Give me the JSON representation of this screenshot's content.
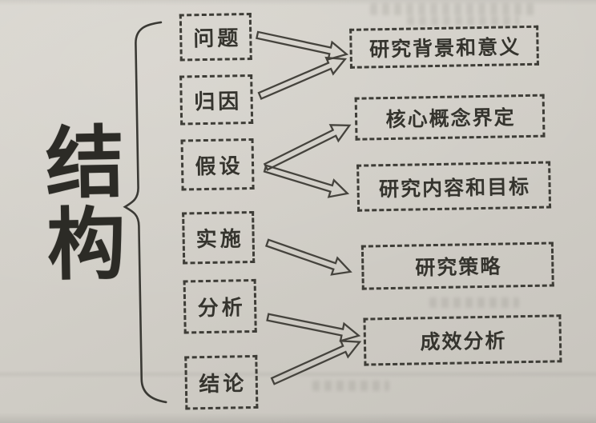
{
  "diagram": {
    "root_label": "结构",
    "left_nodes": [
      {
        "label": "问题"
      },
      {
        "label": "归因"
      },
      {
        "label": "假设"
      },
      {
        "label": "实施"
      },
      {
        "label": "分析"
      },
      {
        "label": "结论"
      }
    ],
    "right_nodes": [
      {
        "label": "研究背景和意义"
      },
      {
        "label": "核心概念界定"
      },
      {
        "label": "研究内容和目标"
      },
      {
        "label": "研究策略"
      },
      {
        "label": "成效分析"
      }
    ],
    "connections": [
      {
        "from": "问题",
        "to": "研究背景和意义"
      },
      {
        "from": "归因",
        "to": "研究背景和意义"
      },
      {
        "from": "假设",
        "to": "核心概念界定"
      },
      {
        "from": "假设",
        "to": "研究内容和目标"
      },
      {
        "from": "实施",
        "to": "研究策略"
      },
      {
        "from": "分析",
        "to": "成效分析"
      },
      {
        "from": "结论",
        "to": "成效分析"
      }
    ],
    "colors": {
      "paper": "#d1cec7",
      "ink": "#3e3d37"
    }
  }
}
